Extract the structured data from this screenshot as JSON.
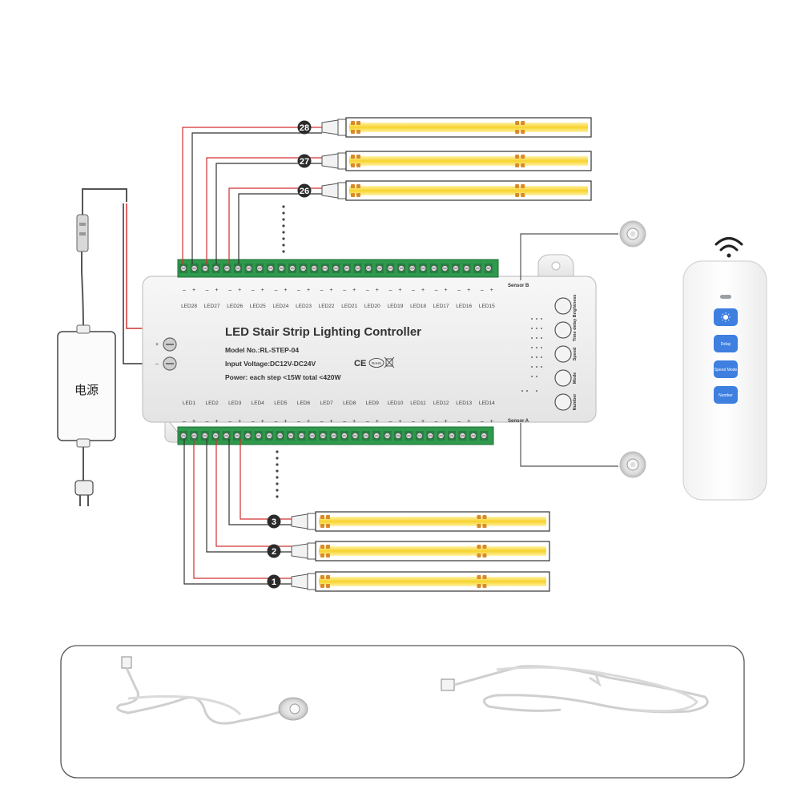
{
  "controller": {
    "title": "LED Stair Strip Lighting Controller",
    "model": "Model No.:RL-STEP-04",
    "voltage": "Input Voltage:DC12V-DC24V",
    "power": "Power: each step <15W  total <420W",
    "marks": {
      "ce": "CE",
      "rohs": "RoHS"
    },
    "power_plus": "+",
    "power_minus": "–",
    "top_leds": [
      "LED28",
      "LED27",
      "LED26",
      "LED25",
      "LED24",
      "LED23",
      "LED22",
      "LED21",
      "LED20",
      "LED19",
      "LED18",
      "LED17",
      "LED16",
      "LED15"
    ],
    "bottom_leds": [
      "LED1",
      "LED2",
      "LED3",
      "LED4",
      "LED5",
      "LED6",
      "LED7",
      "LED8",
      "LED9",
      "LED10",
      "LED11",
      "LED12",
      "LED13",
      "LED14"
    ],
    "buttons": [
      "Brightness",
      "Time delay",
      "Speed",
      "Mode",
      "Number"
    ],
    "sensor_b": "Sensor B",
    "sensor_a": "Sensor A"
  },
  "power_supply": {
    "label": "电源"
  },
  "strips": {
    "top_numbers": [
      "28",
      "27",
      "26"
    ],
    "bottom_numbers": [
      "3",
      "2",
      "1"
    ]
  },
  "remote": {
    "buttons": [
      "",
      "Delay",
      "Speed Mode",
      "Number"
    ],
    "icons": [
      "wifi-icon",
      "sun-icon"
    ]
  },
  "colors": {
    "strip": "#f7d22c",
    "accent_blue": "#3e7fe0",
    "terminal_green": "#2f9a4d",
    "wire_red": "#d23030",
    "wire_black": "#333333"
  },
  "accessories": {
    "items": [
      "sensor-cable",
      "extension-cable"
    ]
  }
}
